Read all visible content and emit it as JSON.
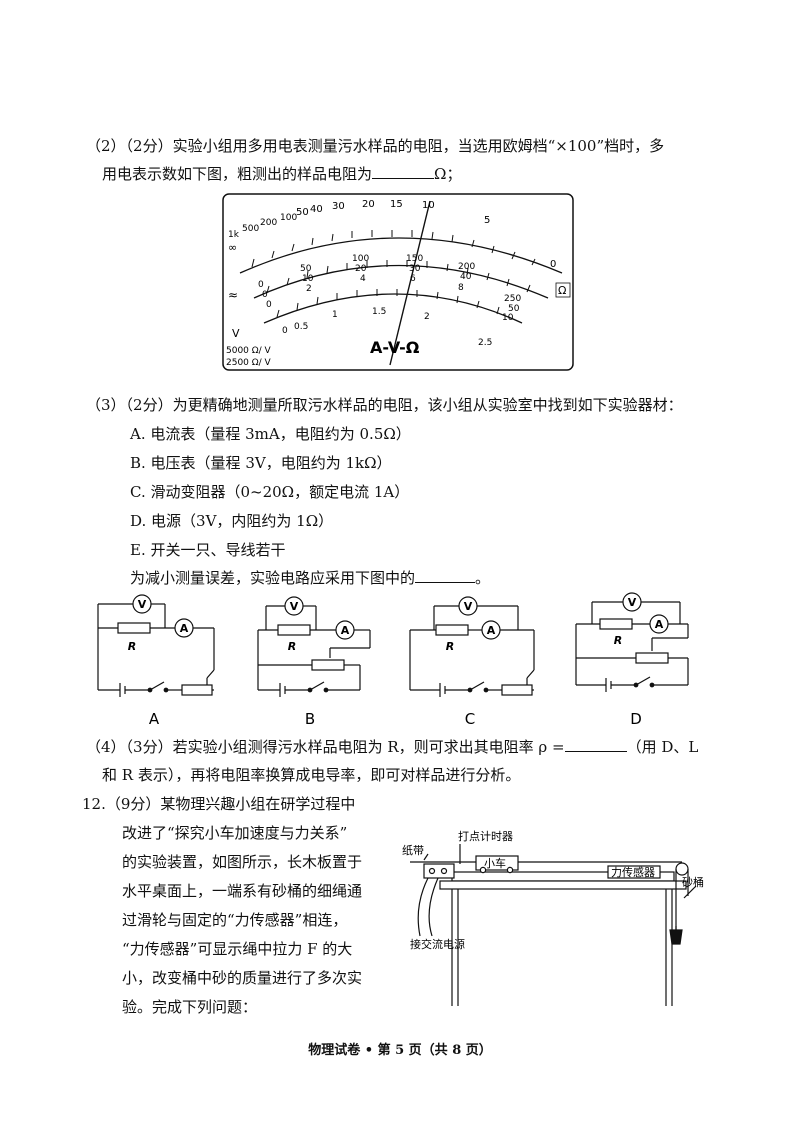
{
  "q2": {
    "text_a": "（2）（2分）实验小组用多用电表测量污水样品的电阻，当选用欧姆档“×100”档时，多",
    "text_b": "用电表示数如下图，粗测出的样品电阻为",
    "text_c": "Ω；"
  },
  "meter": {
    "ohm_ticks": [
      "1k",
      "500",
      "200",
      "100",
      "50",
      "40",
      "30",
      "20",
      "15",
      "10",
      "5",
      "0"
    ],
    "infinity": "∞",
    "dc_upper_ticks": [
      "0",
      "50",
      "100",
      "150",
      "200",
      "250"
    ],
    "dc_mid_ticks": [
      "0",
      "10",
      "20",
      "30",
      "40",
      "50"
    ],
    "dc_low_ticks": [
      "0",
      "2",
      "4",
      "6",
      "8",
      "10"
    ],
    "ac_ticks": [
      "0",
      "0.5",
      "1",
      "1.5",
      "2",
      "2.5"
    ],
    "ohm_symbol": "Ω",
    "ac_symbol": "≈",
    "v_symbol": "V",
    "center_label": "A-V-Ω",
    "sens_1": "5000 Ω/ V",
    "sens_2": "2500 Ω/ V"
  },
  "q3": {
    "text": "（3）（2分）为更精确地测量所取污水样品的电阻，该小组从实验室中找到如下实验器材：",
    "items": [
      "A. 电流表（量程 3mA，电阻约为 0.5Ω）",
      "B. 电压表（量程 3V，电阻约为 1kΩ）",
      "C. 滑动变阻器（0~20Ω，额定电流 1A）",
      "D. 电源（3V，内阻约为 1Ω）",
      "E. 开关一只、导线若干"
    ],
    "prompt_a": "为减小测量误差，实验电路应采用下图中的",
    "prompt_b": "。"
  },
  "circuits": {
    "labels": [
      "A",
      "B",
      "C",
      "D"
    ],
    "v": "V",
    "a": "A",
    "r": "R"
  },
  "q4": {
    "text_a": "（4）（3分）若实验小组测得污水样品电阻为 R，则可求出其电阻率 ρ =",
    "text_b": "（用 D、L",
    "text_c": "和 R 表示），再将电阻率换算成电导率，即可对样品进行分析。"
  },
  "q12": {
    "lines": [
      "12.（9分）某物理兴趣小组在研学过程中",
      "改进了“探究小车加速度与力关系”",
      "的实验装置，如图所示，长木板置于",
      "水平桌面上，一端系有砂桶的细绳通",
      "过滑轮与固定的“力传感器”相连，",
      "“力传感器”可显示绳中拉力 F 的大",
      "小，改变桶中砂的质量进行了多次实",
      "验。完成下列问题："
    ]
  },
  "apparatus": {
    "timer": "打点计时器",
    "tape": "纸带",
    "cart": "小车",
    "sensor": "力传感器",
    "bucket": "砂桶",
    "ac": "接交流电源"
  },
  "footer": "物理试卷 • 第 5 页（共 8 页）"
}
